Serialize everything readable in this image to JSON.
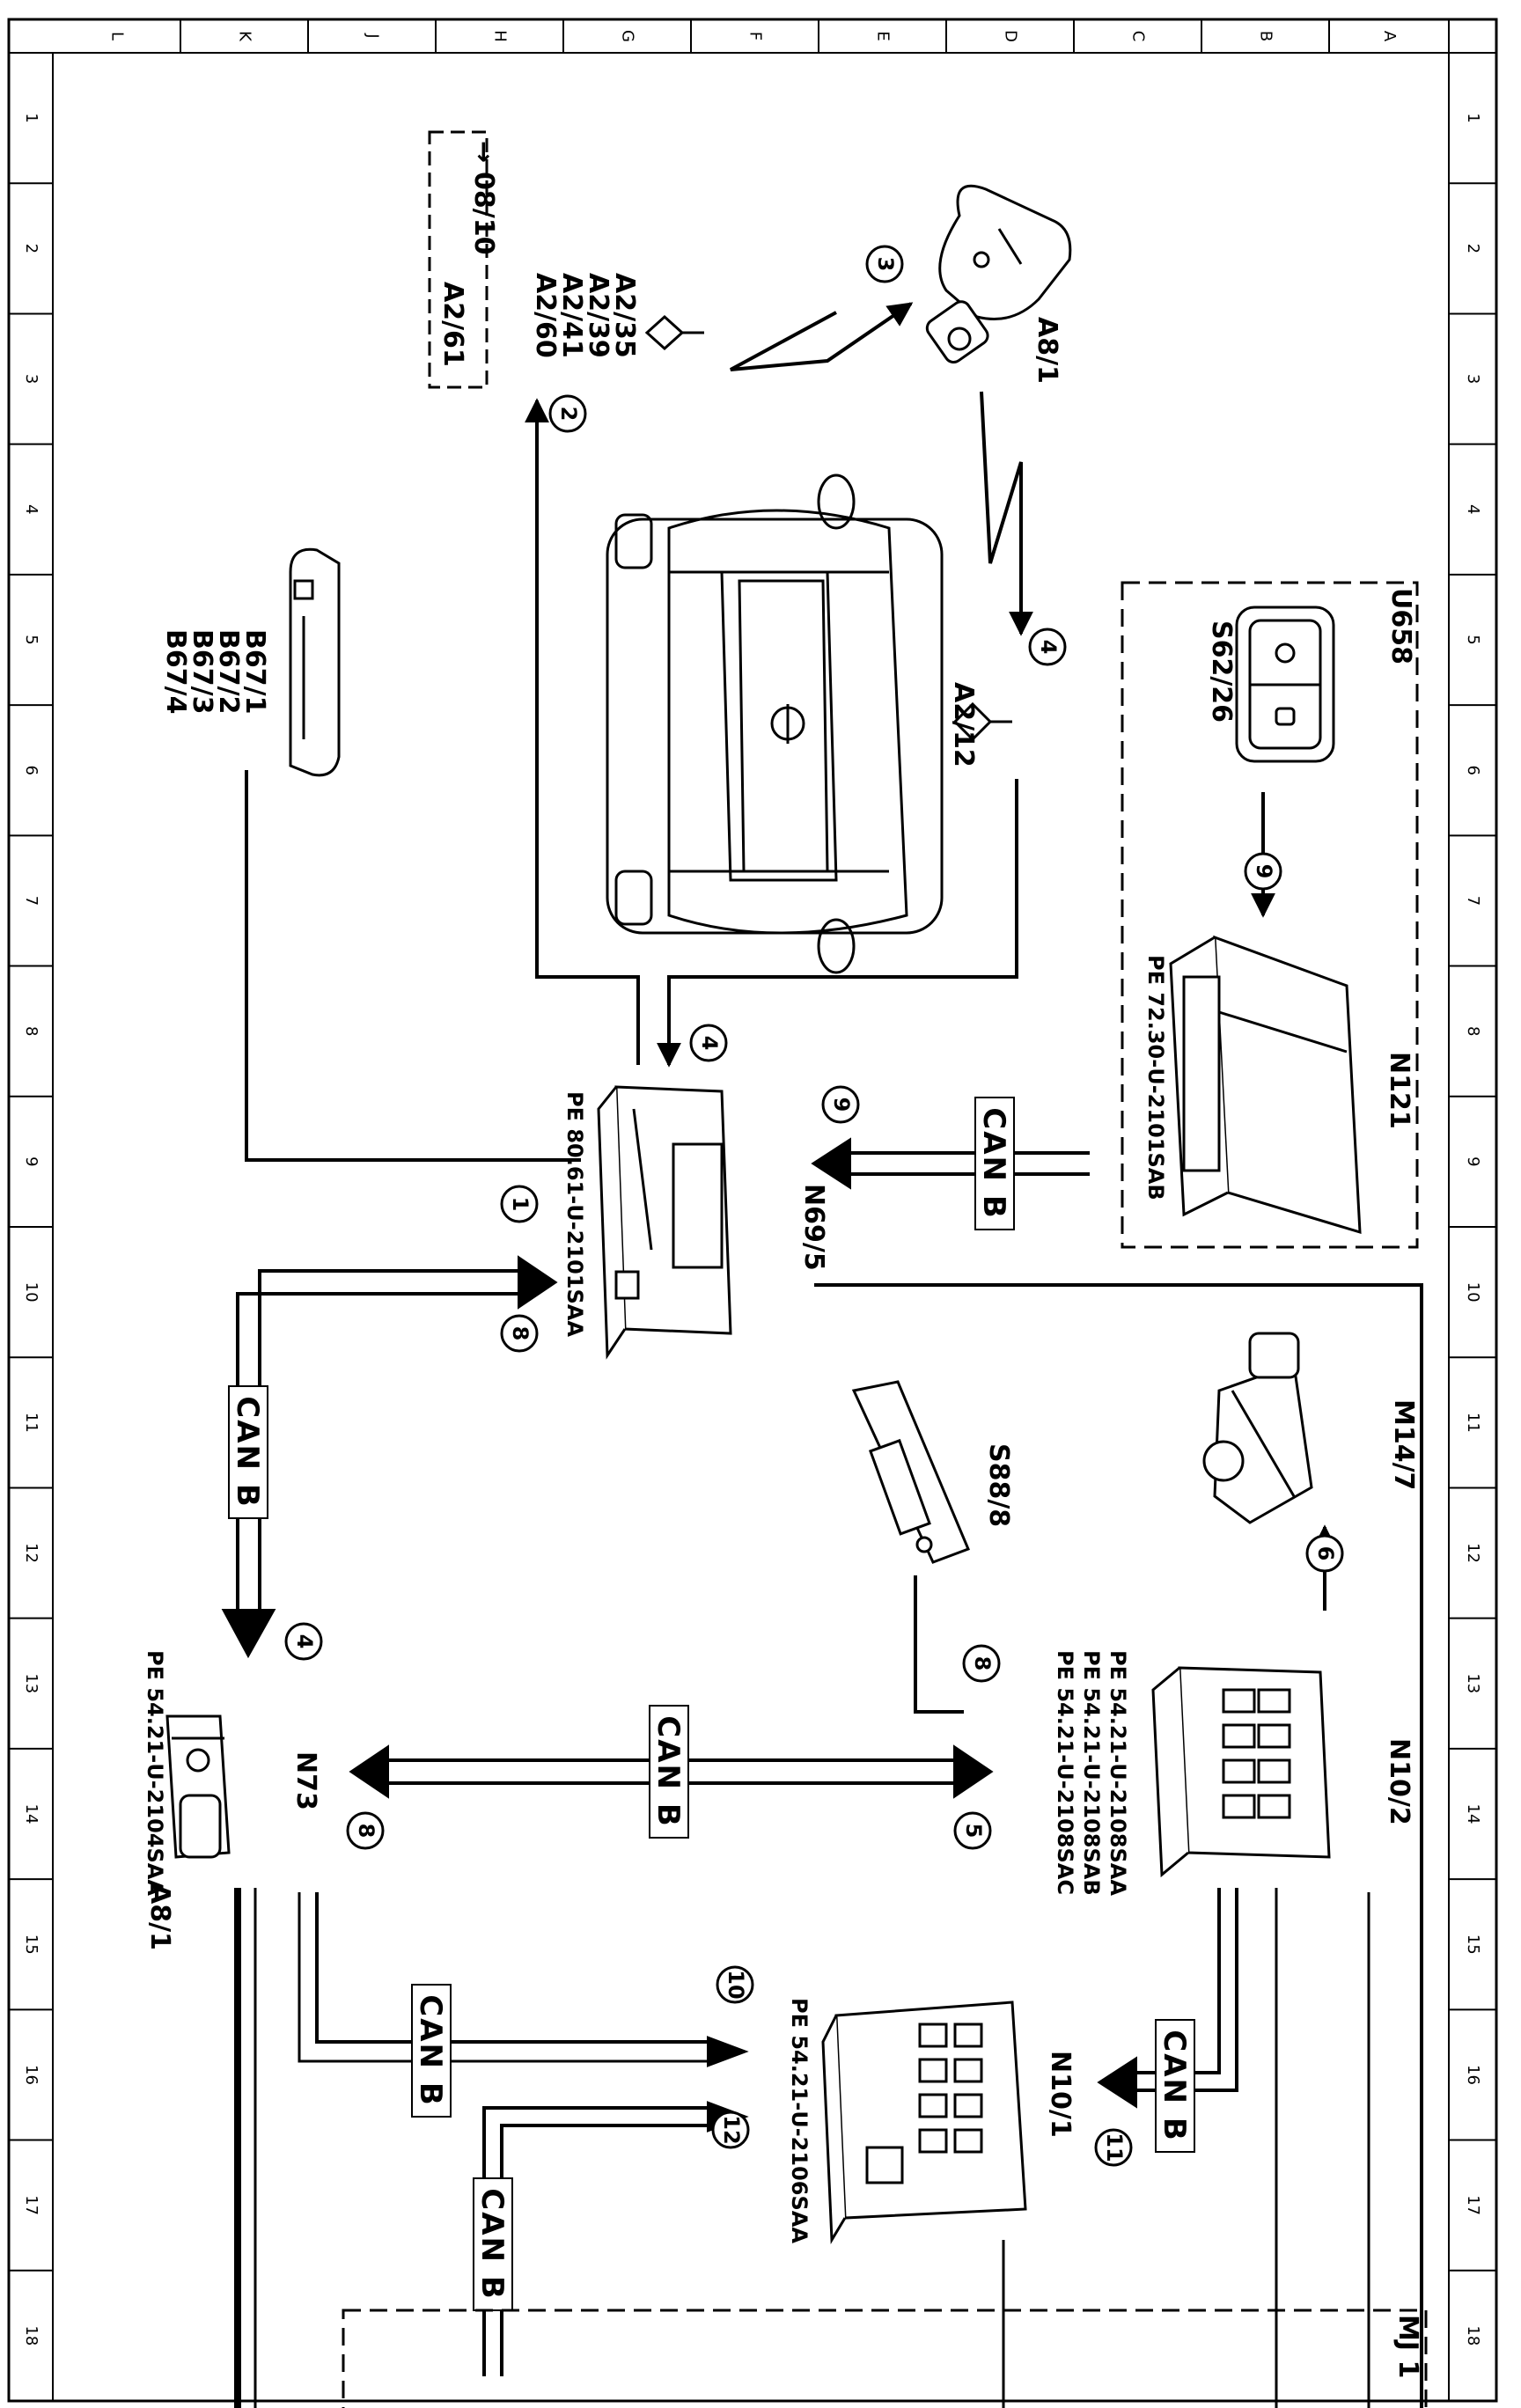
{
  "frame": {
    "letters": [
      "L",
      "K",
      "J",
      "H",
      "G",
      "F",
      "E",
      "D",
      "C",
      "B",
      "A"
    ],
    "numbers": [
      "1",
      "2",
      "3",
      "4",
      "5",
      "6",
      "7",
      "8",
      "9",
      "10",
      "11",
      "12",
      "13",
      "14",
      "15",
      "16",
      "17",
      "18"
    ]
  },
  "components": {
    "a8_1_key": "A8/1",
    "a2_12": "A2/12",
    "a2_group": [
      "A2/35",
      "A2/39",
      "A2/41",
      "A2/60"
    ],
    "box_0810_arrow": "→",
    "box_0810": "08/10",
    "box_a2_61": "A2/61",
    "b67": [
      "B67/1",
      "B67/2",
      "B67/3",
      "B67/4"
    ],
    "u658": "U658",
    "s62_26": "S62/26",
    "n121": "N121",
    "n121_ref": "PE  72.30-U-2101SAB",
    "n69_5": "N69/5",
    "n69_5_ref": "PE  80.61-U-2101SAA",
    "m14_7": "M14/7",
    "s88_8": "S88/8",
    "n10_2": "N10/2",
    "n10_2_refs": [
      "PE  54.21-U-2108SAA",
      "PE  54.21-U-2108SAB",
      "PE  54.21-U-2108SAC"
    ],
    "n73": "N73",
    "n73_ref": "PE  54.21-U-2104SAA",
    "a8_1_ign": "A8/1",
    "n10_1": "N10/1",
    "n10_1_ref": "PE  54.21-U-2106SAA",
    "mj": "MJ 1"
  },
  "bus_label": "CAN B",
  "steps": [
    "1",
    "2",
    "3",
    "4",
    "5",
    "6",
    "8",
    "9",
    "10",
    "11",
    "12"
  ],
  "colors": {
    "ink": "#000000",
    "paper": "#ffffff"
  }
}
